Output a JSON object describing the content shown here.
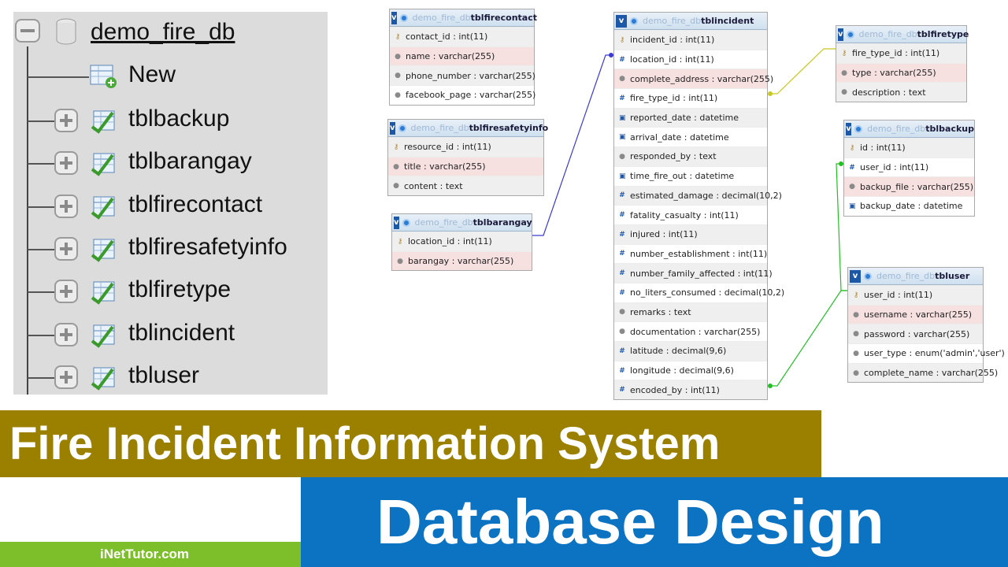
{
  "tree": {
    "database": "demo_fire_db",
    "new_label": "New",
    "items": [
      "tblbackup",
      "tblbarangay",
      "tblfirecontact",
      "tblfiresafetyinfo",
      "tblfiretype",
      "tblincident",
      "tbluser"
    ]
  },
  "db_prefix": "demo_fire_db",
  "tables": {
    "tblfirecontact": {
      "name": "tblfirecontact",
      "fields": [
        "contact_id : int(11)",
        "name : varchar(255)",
        "phone_number : varchar(255)",
        "facebook_page : varchar(255)"
      ]
    },
    "tblfiresafetyinfo": {
      "name": "tblfiresafetyinfo",
      "fields": [
        "resource_id : int(11)",
        "title : varchar(255)",
        "content : text"
      ]
    },
    "tblbarangay": {
      "name": "tblbarangay",
      "fields": [
        "location_id : int(11)",
        "barangay : varchar(255)"
      ]
    },
    "tblincident": {
      "name": "tblincident",
      "fields": [
        "incident_id : int(11)",
        "location_id : int(11)",
        "complete_address : varchar(255)",
        "fire_type_id : int(11)",
        "reported_date : datetime",
        "arrival_date : datetime",
        "responded_by : text",
        "time_fire_out : datetime",
        "estimated_damage : decimal(10,2)",
        "fatality_casualty : int(11)",
        "injured : int(11)",
        "number_establishment : int(11)",
        "number_family_affected : int(11)",
        "no_liters_consumed : decimal(10,2)",
        "remarks : text",
        "documentation : varchar(255)",
        "latitude : decimal(9,6)",
        "longitude : decimal(9,6)",
        "encoded_by : int(11)"
      ]
    },
    "tblfiretype": {
      "name": "tblfiretype",
      "fields": [
        "fire_type_id : int(11)",
        "type : varchar(255)",
        "description : text"
      ]
    },
    "tblbackup": {
      "name": "tblbackup",
      "fields": [
        "id : int(11)",
        "user_id : int(11)",
        "backup_file : varchar(255)",
        "backup_date : datetime"
      ]
    },
    "tbluser": {
      "name": "tbluser",
      "fields": [
        "user_id : int(11)",
        "username : varchar(255)",
        "password : varchar(255)",
        "user_type : enum('admin','user')",
        "complete_name : varchar(255)"
      ]
    }
  },
  "banner": {
    "title": "Fire Incident Information System",
    "subtitle": "Database Design",
    "site": "iNetTutor.com"
  },
  "colors": {
    "title_bar": "#9b8000",
    "subtitle_bar": "#0c72c2",
    "site_bar": "#7cbf2a",
    "relation_blue": "#3a3ad0",
    "relation_yellow": "#c8c820",
    "relation_green": "#22c022"
  }
}
